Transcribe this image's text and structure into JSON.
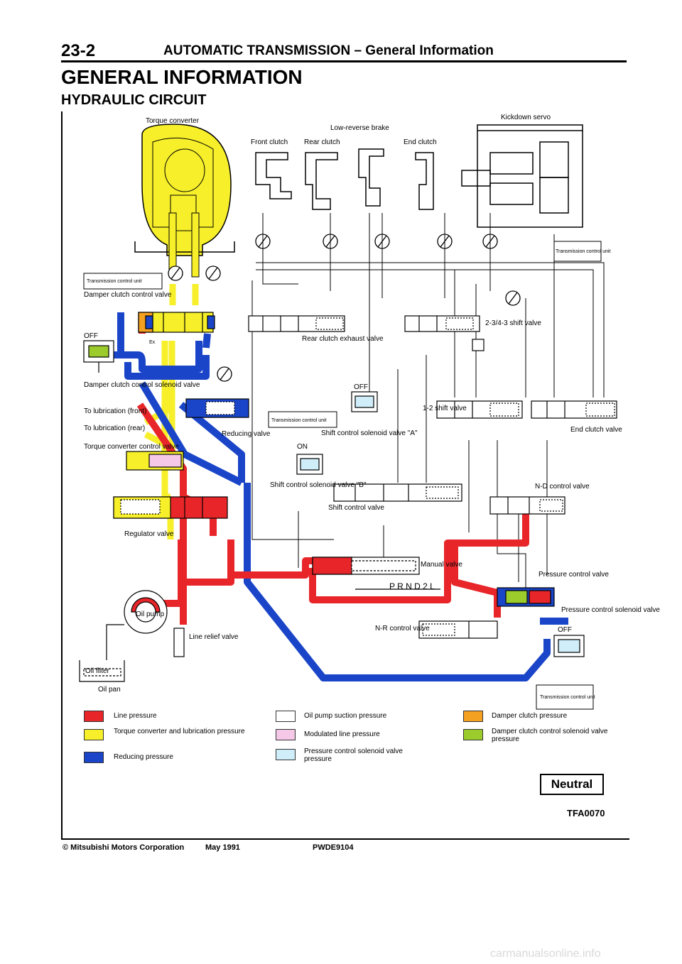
{
  "header": {
    "page_number": "23-2",
    "title": "AUTOMATIC TRANSMISSION – General Information"
  },
  "section_title": "GENERAL INFORMATION",
  "subsection_title": "HYDRAULIC CIRCUIT",
  "diagram": {
    "labels": {
      "torque_converter": "Torque converter",
      "kickdown_servo": "Kickdown servo",
      "low_reverse_brake": "Low-reverse brake",
      "front_clutch": "Front clutch",
      "rear_clutch": "Rear clutch",
      "end_clutch": "End clutch",
      "tcu_1": "Transmission control unit",
      "tcu_2": "Transmission control unit",
      "tcu_3": "Transmission control unit",
      "tcu_4": "Transmission control unit",
      "damper_clutch_control_valve": "Damper clutch control valve",
      "off_1": "OFF",
      "off_2": "OFF",
      "off_3": "OFF",
      "on": "ON",
      "damper_clutch_control_solenoid_valve": "Damper clutch control solenoid valve",
      "to_lubrication_front": "To lubrication (front)",
      "to_lubrication_rear": "To lubrication (rear)",
      "torque_converter_control_valve": "Torque converter control valve",
      "rear_clutch_exhaust_valve": "Rear clutch exhaust valve",
      "shift_valve_234_3": "2-3/4-3 shift valve",
      "shift_valve_12": "1-2 shift valve",
      "end_clutch_valve": "End clutch valve",
      "reducing_valve": "Reducing valve",
      "shift_control_solenoid_a": "Shift control solenoid valve \"A\"",
      "shift_control_solenoid_b": "Shift control solenoid valve \"B\"",
      "shift_control_valve": "Shift control valve",
      "nd_control_valve": "N-D control valve",
      "regulator_valve": "Regulator valve",
      "manual_valve": "Manual valve",
      "prnd2l": "P R N D 2 L",
      "pressure_control_valve": "Pressure control valve",
      "pressure_control_solenoid_valve": "Pressure control solenoid valve",
      "oil_pump": "Oil pump",
      "line_relief_valve": "Line relief valve",
      "nr_control_valve": "N-R control valve",
      "oil_filter": "Oil filter",
      "oil_pan": "Oil pan",
      "ex": "Ex"
    },
    "colors": {
      "line_pressure": "#e8262a",
      "torque_converter_pressure": "#f7ef2a",
      "reducing_pressure": "#1a45c8",
      "oil_pump_suction": "#ffffff",
      "modulated_line": "#f6c8e8",
      "pressure_control_solenoid": "#cfeefa",
      "damper_clutch": "#f4a020",
      "damper_clutch_solenoid": "#9ccc2c"
    }
  },
  "legend": [
    {
      "label": "Line pressure",
      "color": "#e8262a"
    },
    {
      "label": "Torque converter and lubrication pressure",
      "color": "#f7ef2a"
    },
    {
      "label": "Reducing pressure",
      "color": "#1a45c8"
    },
    {
      "label": "Oil pump suction pressure",
      "color": "#ffffff"
    },
    {
      "label": "Modulated line pressure",
      "color": "#f6c8e8"
    },
    {
      "label": "Pressure control solenoid valve pressure",
      "color": "#cfeefa"
    },
    {
      "label": "Damper clutch pressure",
      "color": "#f4a020"
    },
    {
      "label": "Damper clutch control solenoid valve pressure",
      "color": "#9ccc2c"
    }
  ],
  "mode_badge": "Neutral",
  "figure_code": "TFA0070",
  "footer": {
    "copyright": "© Mitsubishi Motors Corporation",
    "date": "May 1991",
    "code": "PWDE9104"
  },
  "watermark": "carmanualsonline.info"
}
